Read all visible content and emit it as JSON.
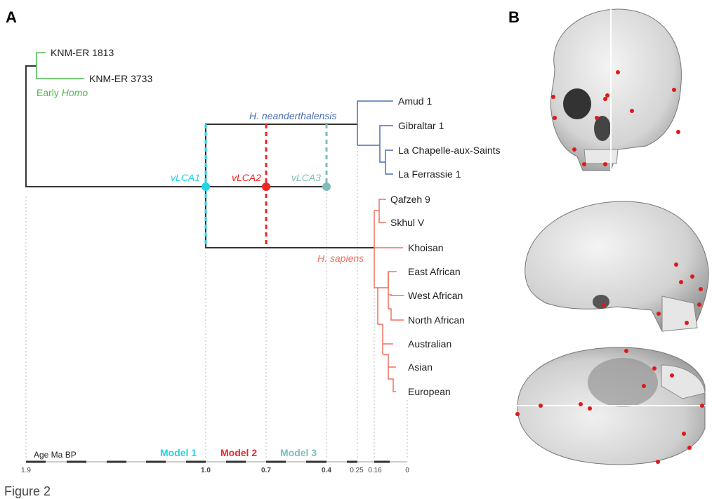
{
  "panels": {
    "a": "A",
    "b": "B"
  },
  "caption": "Figure 2",
  "tips": {
    "knm1813": "KNM-ER 1813",
    "knm3733": "KNM-ER 3733",
    "amud": "Amud 1",
    "gibraltar": "Gibraltar 1",
    "chapelle": "La Chapelle-aux-Saints",
    "ferrassie": "La Ferrassie 1",
    "qafzeh": "Qafzeh 9",
    "skhul": "Skhul V",
    "khoisan": "Khoisan",
    "east": "East African",
    "west": "West African",
    "north": "North African",
    "australian": "Australian",
    "asian": "Asian",
    "european": "European"
  },
  "clades": {
    "early_prefix": "Early ",
    "early_italic": "Homo",
    "neanderthal": "H. neanderthalensis",
    "sapiens": "H. sapiens"
  },
  "vlca": {
    "v1": "vLCA1",
    "v2": "vLCA2",
    "v3": "vLCA3"
  },
  "models": {
    "m1": "Model 1",
    "m2": "Model 2",
    "m3": "Model 3"
  },
  "axis": {
    "label": "Age Ma BP",
    "ticks": [
      "1.9",
      "1.0",
      "0.7",
      "0.4",
      "0.25",
      "0.16",
      "0"
    ]
  },
  "colors": {
    "early": "#4cbb4c",
    "neanderthal": "#4a6fb5",
    "sapiens": "#f07060",
    "model1": "#22d3e6",
    "model2": "#f02424",
    "model3": "#7fbcbc",
    "trunk": "#333333"
  }
}
